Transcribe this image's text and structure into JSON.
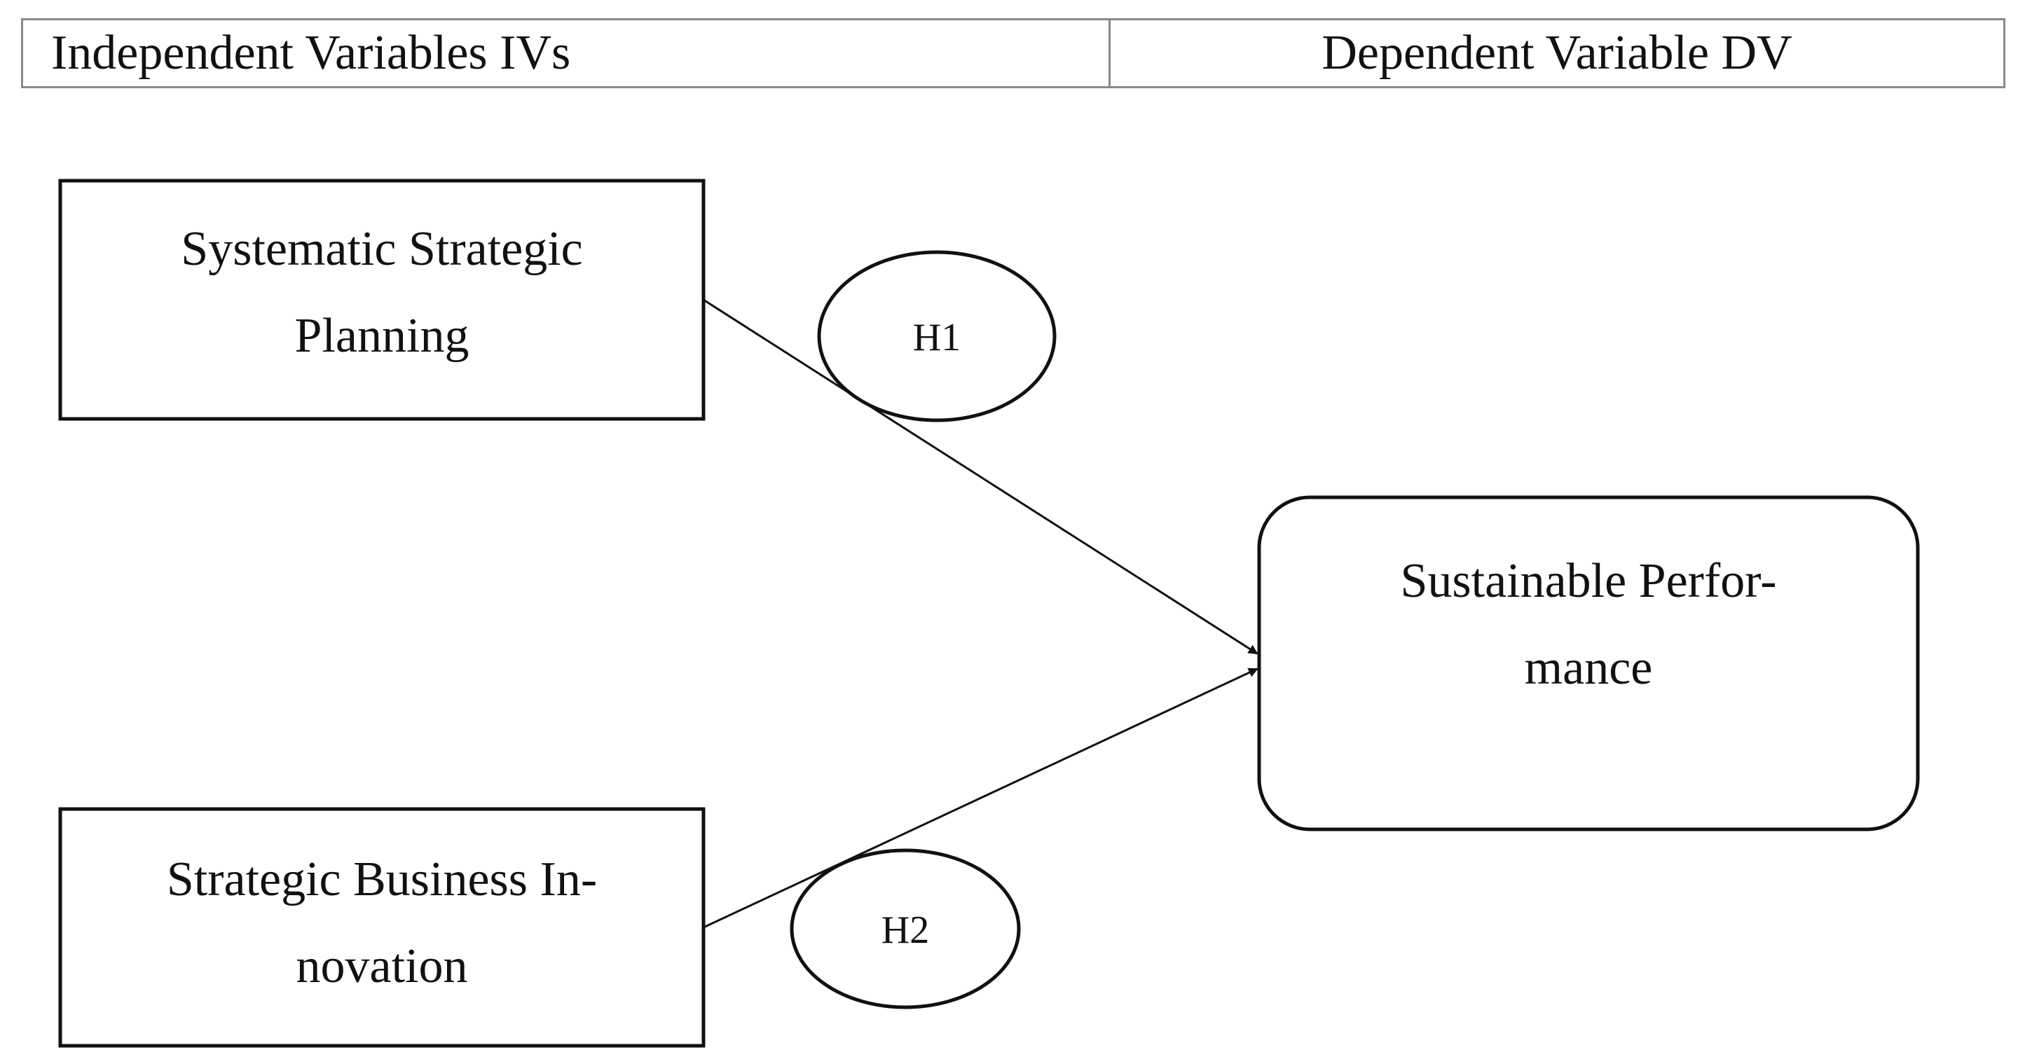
{
  "header": {
    "independent_label": "Independent Variables IVs",
    "dependent_label": "Dependent Variable DV"
  },
  "nodes": {
    "iv1": {
      "line1": "Systematic Strategic",
      "line2": "Planning"
    },
    "iv2": {
      "line1": "Strategic Business In-",
      "line2": "novation"
    },
    "dv": {
      "line1": "Sustainable Perfor-",
      "line2": "mance"
    }
  },
  "hypotheses": {
    "h1": "H1",
    "h2": "H2"
  }
}
